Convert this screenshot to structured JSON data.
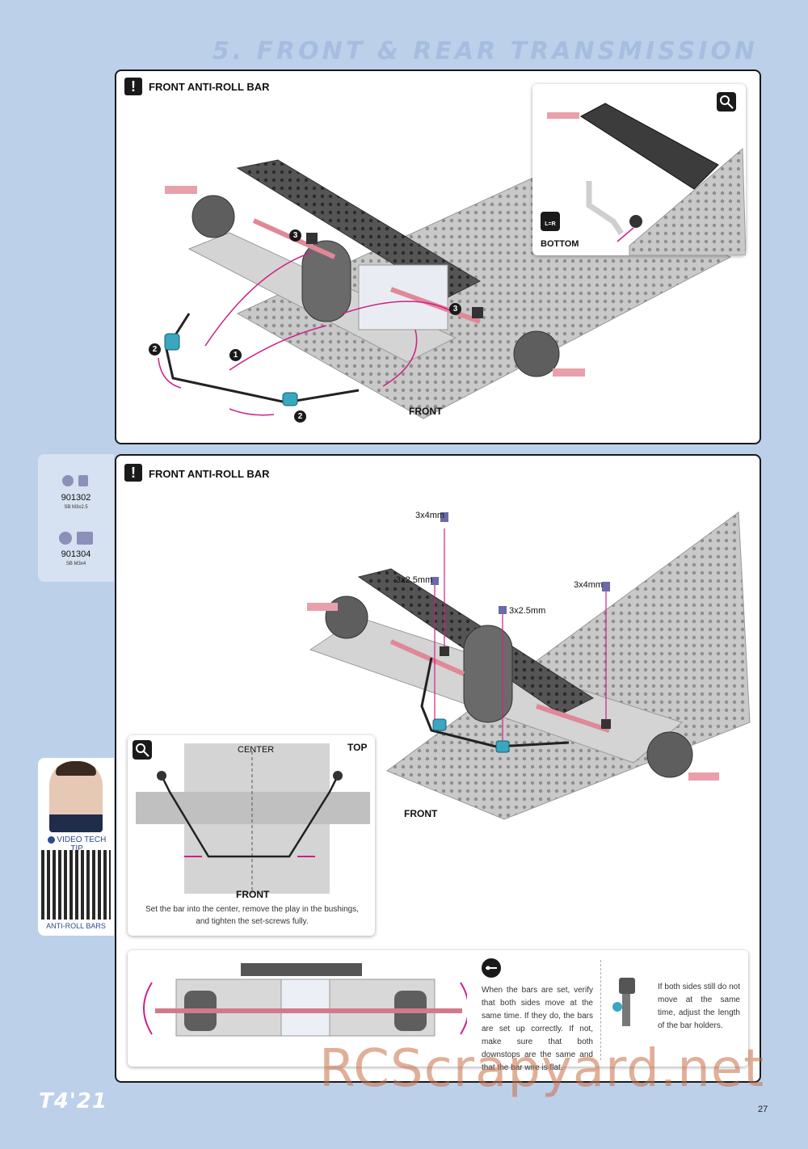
{
  "header": {
    "section_title": "5. FRONT & REAR TRANSMISSION"
  },
  "panel1": {
    "title": "FRONT ANTI-ROLL BAR",
    "steps": [
      "1",
      "2",
      "2",
      "3",
      "3"
    ],
    "front_label": "FRONT",
    "detail_icon": "DETAIL",
    "lr_icon": "L=R",
    "bottom_label": "BOTTOM"
  },
  "parts": [
    {
      "code": "901302",
      "desc": "SB M3x2.5"
    },
    {
      "code": "901304",
      "desc": "SB M3x4"
    }
  ],
  "panel2": {
    "title": "FRONT ANTI-ROLL BAR",
    "callouts": [
      "3x4mm",
      "3x2.5mm",
      "3x2.5mm",
      "3x4mm"
    ],
    "front_label": "FRONT",
    "top_inset": {
      "center_label": "CENTER",
      "top_label": "TOP",
      "detail_icon": "DETAIL",
      "front_label": "FRONT",
      "caption": "Set the bar into the center, remove the play in the bushings, and tighten the set-screws fully."
    },
    "bottom_inset": {
      "note1": "When the bars are set, verify that both sides move at the same time. If they do, the bars are set up correctly. If not, make sure that both downstops are the same and that the bar wire is flat.",
      "note2": "If both sides still do not move at the same time, adjust the length of the bar holders."
    }
  },
  "video_tip": {
    "label": "VIDEO TECH TIP",
    "caption": "ANTI-ROLL BARS"
  },
  "footer": {
    "brand": "T4'21",
    "page_number": "27",
    "watermark": "RCScrapyard.net"
  }
}
